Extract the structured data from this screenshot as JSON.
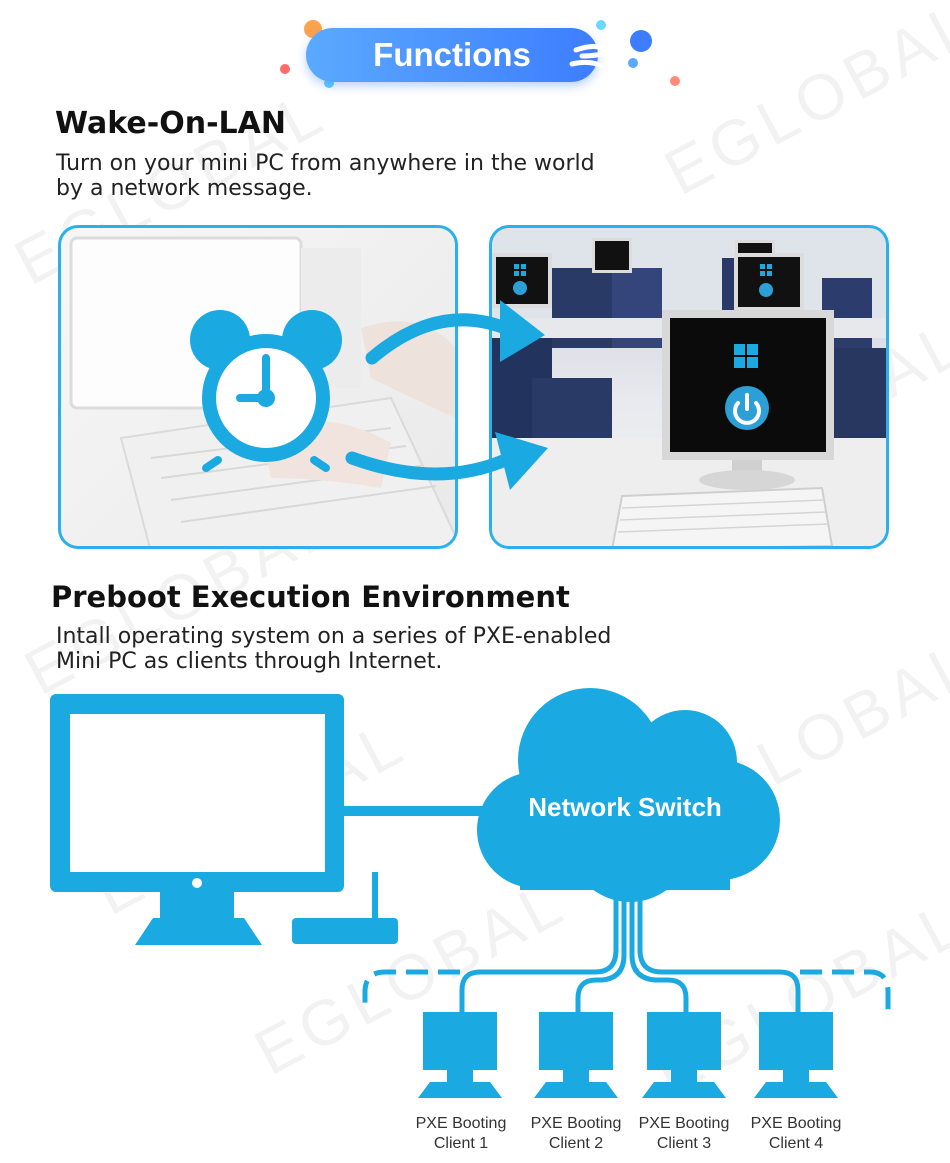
{
  "banner": {
    "title": "Functions"
  },
  "watermark": {
    "text": "EGLOBAL"
  },
  "wol": {
    "heading": "Wake-On-LAN",
    "desc_line1": "Turn on your mini PC from anywhere in the world",
    "desc_line2": "by a network message."
  },
  "pxe": {
    "heading": "Preboot Execution Environment",
    "desc_line1": "Intall operating system on a series of PXE-enabled",
    "desc_line2": "Mini PC as clients through Internet."
  },
  "diagram": {
    "switch_label": "Network Switch",
    "clients": [
      {
        "line1": "PXE Booting",
        "line2": "Client 1"
      },
      {
        "line1": "PXE Booting",
        "line2": "Client 2"
      },
      {
        "line1": "PXE Booting",
        "line2": "Client 3"
      },
      {
        "line1": "PXE Booting",
        "line2": "Client 4"
      }
    ]
  },
  "colors": {
    "brand_blue": "#1ba9e1",
    "banner_blue": "#3d7dff",
    "panel_border": "#2ab0ea"
  },
  "icons": [
    "alarm-clock-icon",
    "arrow-icon",
    "power-icon",
    "windows-logo-icon",
    "monitor-icon",
    "cloud-icon",
    "router-icon"
  ]
}
